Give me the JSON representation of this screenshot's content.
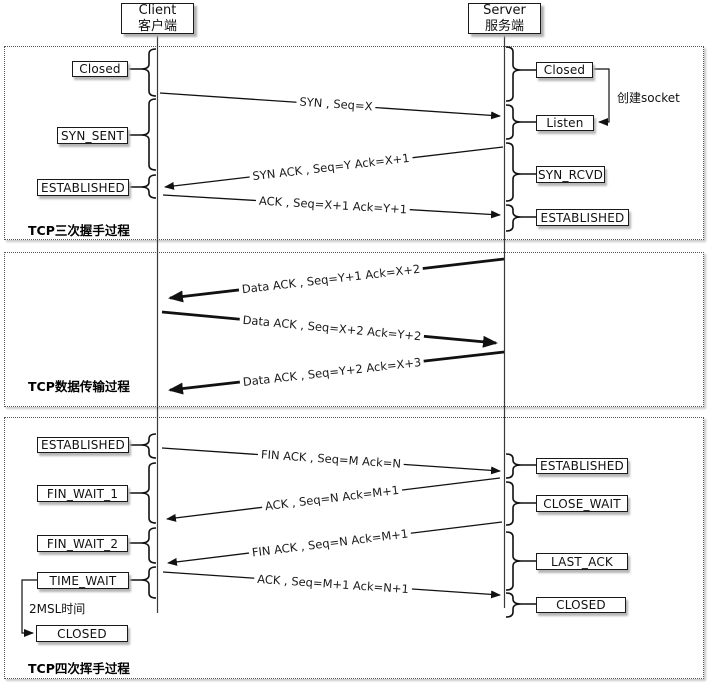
{
  "actors": {
    "client": {
      "name_en": "Client",
      "name_zh": "客户端"
    },
    "server": {
      "name_en": "Server",
      "name_zh": "服务端"
    }
  },
  "sections": [
    {
      "title": "TCP三次握手过程",
      "client_states": [
        "Closed",
        "SYN_SENT",
        "ESTABLISHED"
      ],
      "server_states": [
        "Closed",
        "Listen",
        "SYN_RCVD",
        "ESTABLISHED"
      ],
      "annotation": "创建socket",
      "messages": [
        {
          "text": "SYN , Seq=X",
          "from": "client",
          "to": "server"
        },
        {
          "text": "SYN ACK , Seq=Y Ack=X+1",
          "from": "server",
          "to": "client"
        },
        {
          "text": "ACK , Seq=X+1 Ack=Y+1",
          "from": "client",
          "to": "server"
        }
      ]
    },
    {
      "title": "TCP数据传输过程",
      "client_states": [],
      "server_states": [],
      "messages": [
        {
          "text": "Data ACK , Seq=Y+1 Ack=X+2",
          "from": "server",
          "to": "client"
        },
        {
          "text": "Data ACK , Seq=X+2 Ack=Y+2",
          "from": "client",
          "to": "server"
        },
        {
          "text": "Data ACK , Seq=Y+2 Ack=X+3",
          "from": "server",
          "to": "client"
        }
      ]
    },
    {
      "title": "TCP四次挥手过程",
      "client_states": [
        "ESTABLISHED",
        "FIN_WAIT_1",
        "FIN_WAIT_2",
        "TIME_WAIT",
        "CLOSED"
      ],
      "server_states": [
        "ESTABLISHED",
        "CLOSE_WAIT",
        "LAST_ACK",
        "CLOSED"
      ],
      "annotation": "2MSL时间",
      "messages": [
        {
          "text": "FIN ACK , Seq=M Ack=N",
          "from": "client",
          "to": "server"
        },
        {
          "text": "ACK , Seq=N Ack=M+1",
          "from": "server",
          "to": "client"
        },
        {
          "text": "FIN ACK , Seq=N Ack=M+1",
          "from": "server",
          "to": "client"
        },
        {
          "text": "ACK , Seq=M+1 Ack=N+1",
          "from": "client",
          "to": "server"
        }
      ]
    }
  ]
}
